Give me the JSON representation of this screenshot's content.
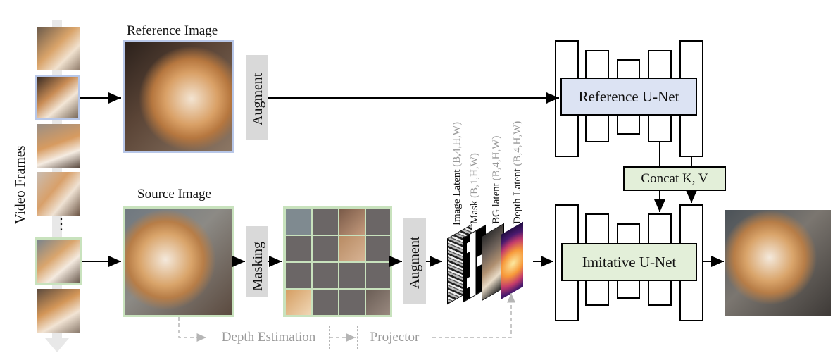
{
  "labels": {
    "video_frames": "Video Frames",
    "reference_image": "Reference Image",
    "source_image": "Source Image",
    "ellipsis": "⋮",
    "augment_top": "Augment",
    "masking": "Masking",
    "augment_bottom": "Augment",
    "reference_unet": "Reference U-Net",
    "imitative_unet": "Imitative U-Net",
    "concat": "Concat K, V",
    "depth_estimation": "Depth Estimation",
    "projector": "Projector"
  },
  "latents": [
    {
      "name": "Image Latent",
      "shape": "(B,4,H,W)"
    },
    {
      "name": "Mask",
      "shape": "(B,1,H,W)"
    },
    {
      "name": "BG latent",
      "shape": "(B,4,H,W)"
    },
    {
      "name": "Depth Latent",
      "shape": "(B,4,H,W)"
    }
  ],
  "colors": {
    "reference_fill": "#dce3f3",
    "imitative_fill": "#e3efd9",
    "reference_frame": "#b8c7e8",
    "source_frame": "#c8e2bd",
    "augment_fill": "#d9d9d9",
    "dashed": "#b5b5b5"
  }
}
